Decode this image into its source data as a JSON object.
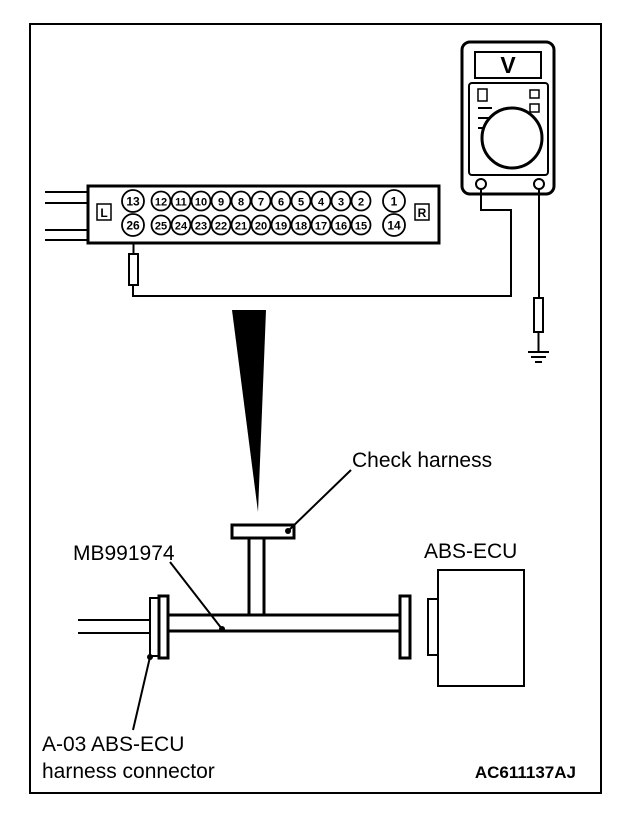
{
  "labels": {
    "check_harness": "Check harness",
    "mb_number": "MB991974",
    "ecu": "ABS-ECU",
    "connector_line1": "A-03 ABS-ECU",
    "connector_line2": "harness connector",
    "figure_code": "AC611137AJ"
  },
  "meter": {
    "symbol": "V"
  },
  "connector": {
    "left_tag": "L",
    "right_tag": "R",
    "top_row": [
      "13",
      "12",
      "11",
      "10",
      "9",
      "8",
      "7",
      "6",
      "5",
      "4",
      "3",
      "2",
      "1"
    ],
    "bottom_row": [
      "26",
      "25",
      "24",
      "23",
      "22",
      "21",
      "20",
      "19",
      "18",
      "17",
      "16",
      "15",
      "14"
    ],
    "probed_pin": "26"
  }
}
